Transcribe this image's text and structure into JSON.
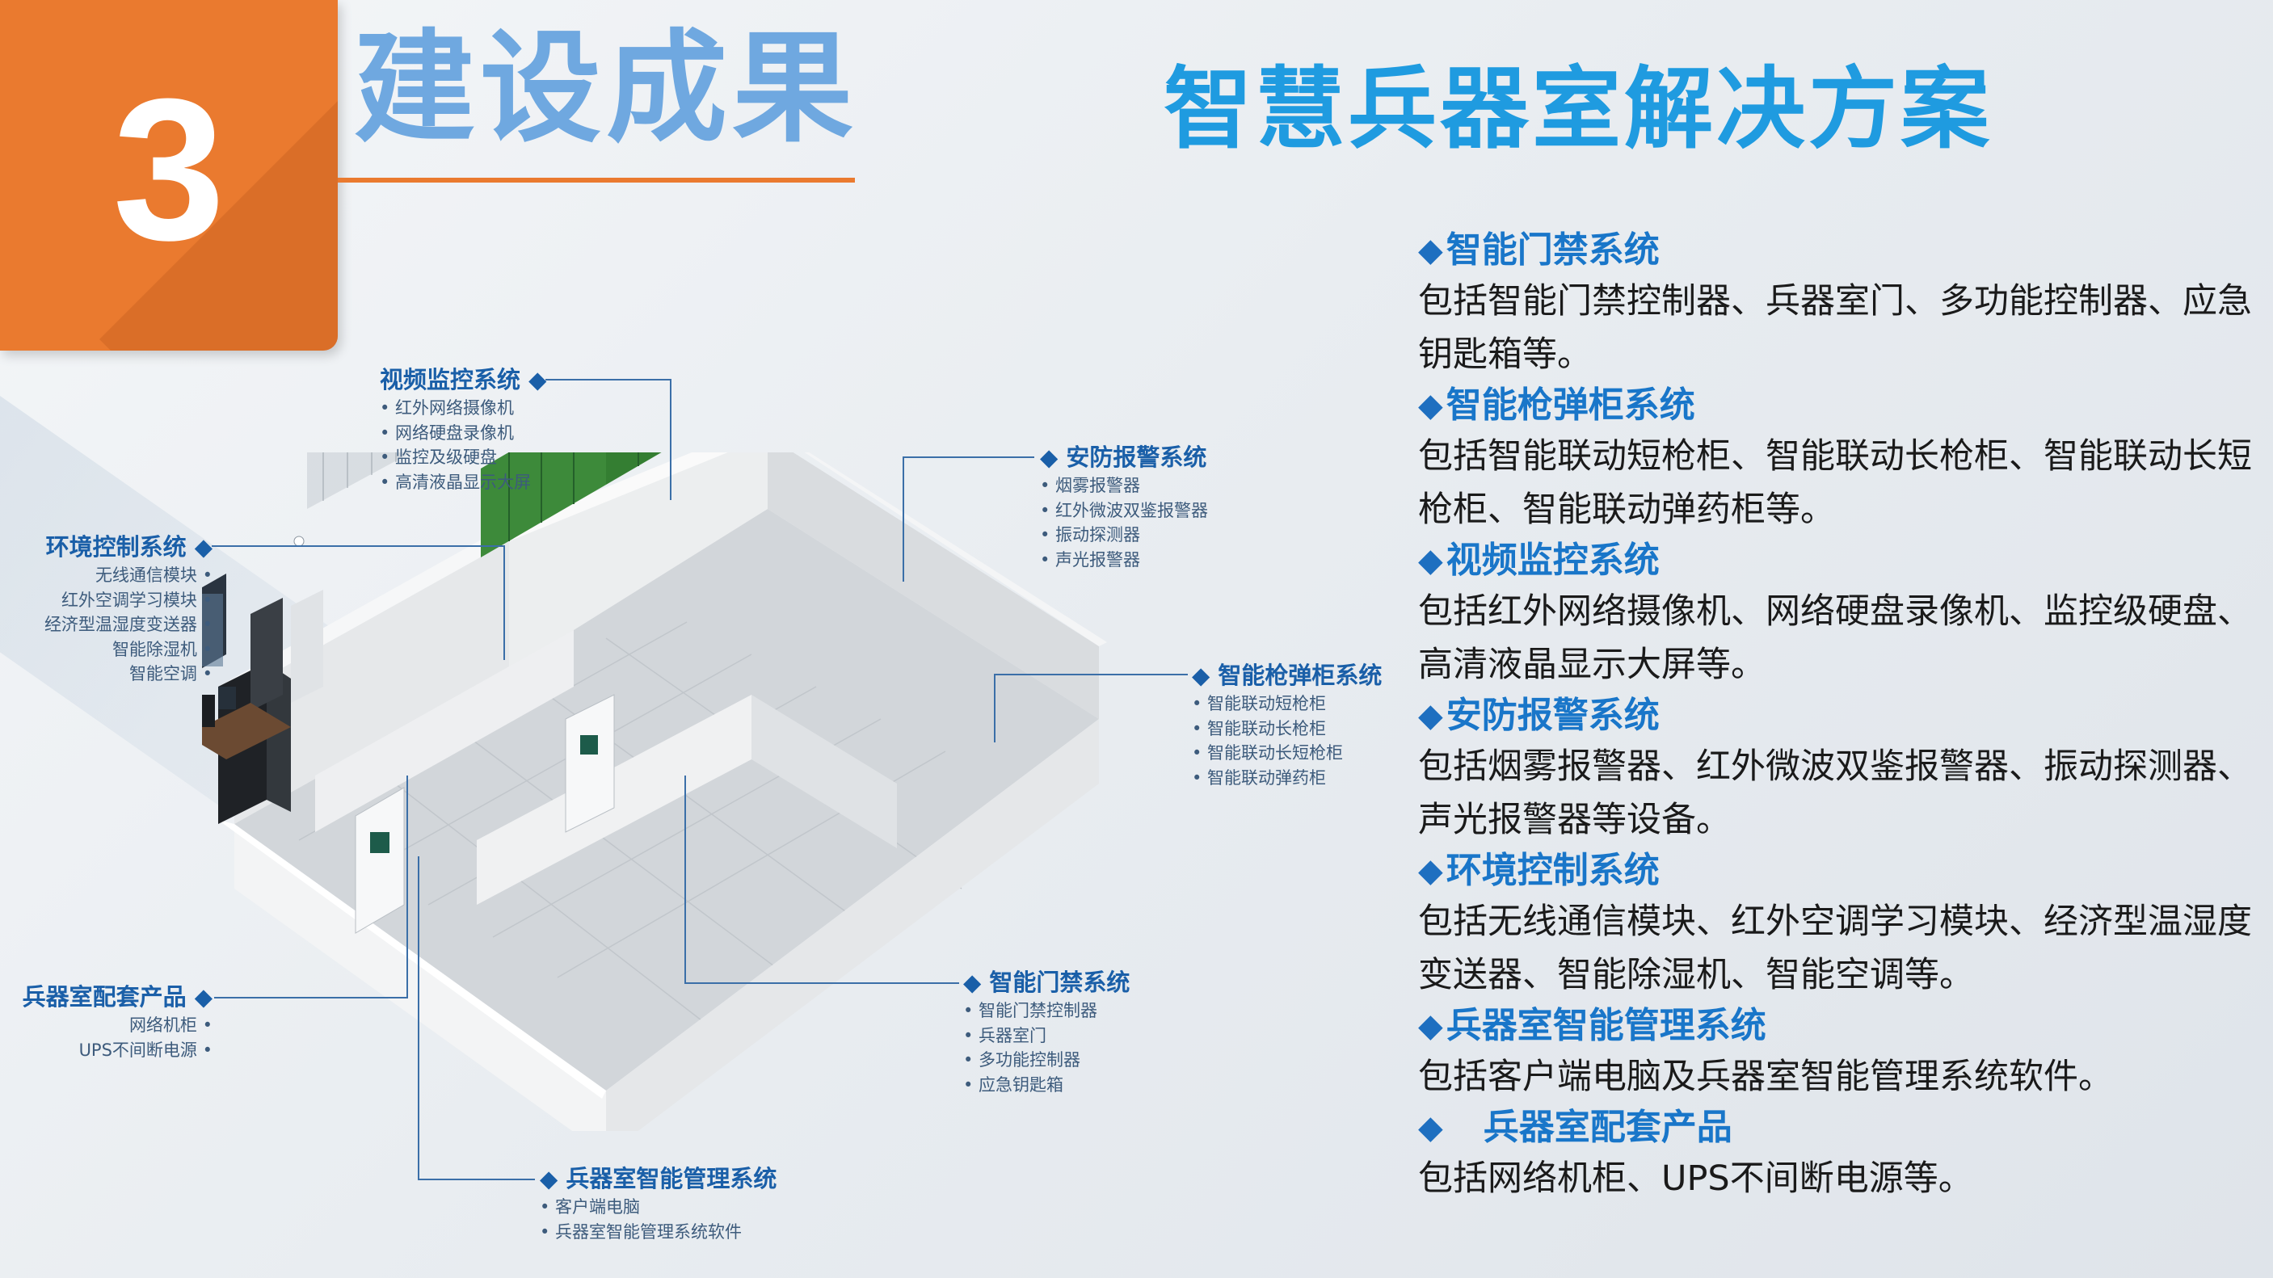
{
  "header": {
    "number": "3",
    "section_title": "建设成果",
    "main_title": "智慧兵器室解决方案"
  },
  "description": [
    {
      "heading": "智能门禁系统",
      "text": "包括智能门禁控制器、兵器室门、多功能控制器、应急钥匙箱等。"
    },
    {
      "heading": "智能枪弹柜系统",
      "text": "包括智能联动短枪柜、智能联动长枪柜、智能联动长短枪柜、智能联动弹药柜等。"
    },
    {
      "heading": "视频监控系统",
      "text": "包括红外网络摄像机、网络硬盘录像机、监控级硬盘、高清液晶显示大屏等。"
    },
    {
      "heading": "安防报警系统",
      "text": "包括烟雾报警器、红外微波双鉴报警器、振动探测器、声光报警器等设备。"
    },
    {
      "heading": "环境控制系统",
      "text": "包括无线通信模块、红外空调学习模块、经济型温湿度变送器、智能除湿机、智能空调等。"
    },
    {
      "heading": "兵器室智能管理系统",
      "text": "包括客户端电脑及兵器室智能管理系统软件。"
    },
    {
      "heading": "兵器室配套产品",
      "text": "包括网络机柜、UPS不间断电源等。"
    }
  ],
  "callouts": {
    "video": {
      "title": "视频监控系统 ◆",
      "items": [
        "• 红外网络摄像机",
        "• 网络硬盘录像机",
        "• 监控及级硬盘",
        "• 高清液晶显示大屏"
      ]
    },
    "security": {
      "title": "◆ 安防报警系统",
      "items": [
        "• 烟雾报警器",
        "• 红外微波双鉴报警器",
        "• 振动探测器",
        "• 声光报警器"
      ]
    },
    "env": {
      "title": "环境控制系统 ◆",
      "items": [
        "无线通信模块 •",
        "红外空调学习模块 •",
        "经济型温湿度变送器 •",
        "智能除湿机 •",
        "智能空调 •"
      ]
    },
    "cabinet": {
      "title": "◆ 智能枪弹柜系统",
      "items": [
        "• 智能联动短枪柜",
        "• 智能联动长枪柜",
        "• 智能联动长短枪柜",
        "• 智能联动弹药柜"
      ]
    },
    "door": {
      "title": "◆ 智能门禁系统",
      "items": [
        "• 智能门禁控制器",
        "• 兵器室门",
        "• 多功能控制器",
        "• 应急钥匙箱"
      ]
    },
    "accessory": {
      "title": "兵器室配套产品 ◆",
      "items": [
        "网络机柜 •",
        "UPS不间断电源 •"
      ]
    },
    "mgmt": {
      "title": "◆ 兵器室智能管理系统",
      "items": [
        "• 客户端电脑",
        "• 兵器室智能管理系统软件"
      ]
    }
  },
  "colors": {
    "accent_orange": "#ea7a2f",
    "title_blue": "#1f9be0",
    "heading_blue": "#1976c9",
    "cabinet_green": "#3d8a3a"
  }
}
